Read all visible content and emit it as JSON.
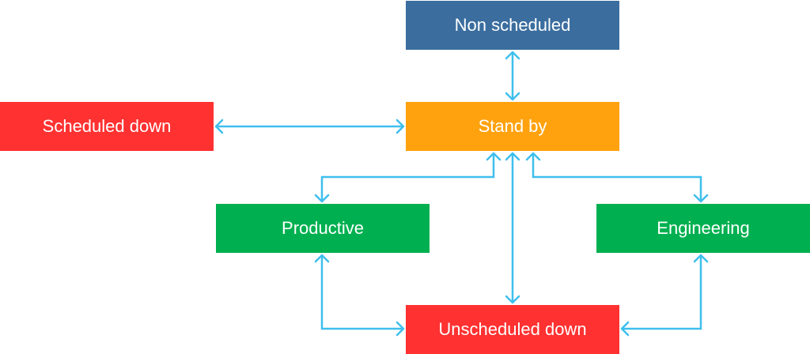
{
  "colors": {
    "blue": "#3b6e9f",
    "orange": "#ffa20e",
    "red": "#ff3131",
    "green": "#00b050",
    "arrow": "#3fbfed"
  },
  "nodes": {
    "non_scheduled": {
      "label": "Non scheduled",
      "color": "blue"
    },
    "stand_by": {
      "label": "Stand by",
      "color": "orange"
    },
    "scheduled_down": {
      "label": "Scheduled down",
      "color": "red"
    },
    "productive": {
      "label": "Productive",
      "color": "green"
    },
    "engineering": {
      "label": "Engineering",
      "color": "green"
    },
    "unscheduled_down": {
      "label": "Unscheduled down",
      "color": "red"
    }
  },
  "edges": [
    {
      "from": "non_scheduled",
      "to": "stand_by",
      "bidirectional": true
    },
    {
      "from": "scheduled_down",
      "to": "stand_by",
      "bidirectional": true
    },
    {
      "from": "stand_by",
      "to": "productive",
      "bidirectional": true
    },
    {
      "from": "stand_by",
      "to": "engineering",
      "bidirectional": true
    },
    {
      "from": "stand_by",
      "to": "unscheduled_down",
      "bidirectional": true
    },
    {
      "from": "productive",
      "to": "unscheduled_down",
      "bidirectional": true
    },
    {
      "from": "engineering",
      "to": "unscheduled_down",
      "bidirectional": true
    }
  ]
}
